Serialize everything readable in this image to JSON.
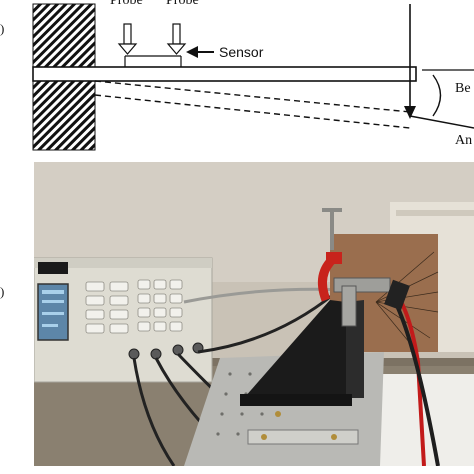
{
  "panels": {
    "top_label": ")",
    "bottom_label": ")"
  },
  "diagram": {
    "probe_left": "Probe",
    "probe_right": "Probe",
    "sensor": "Sensor",
    "bending_partial": "Be",
    "angle_partial": "An"
  },
  "photo": {
    "subject": "experimental setup photograph",
    "colors": {
      "wall": "#c9c2b6",
      "instrument": "#dedcd2",
      "screen": "#5d86a8",
      "clamp": "#c8231c",
      "mount": "#1b1b1b",
      "board": "#9a6e4e",
      "base_plate": "#b9b9b5",
      "cable_red": "#c21a1a"
    }
  }
}
